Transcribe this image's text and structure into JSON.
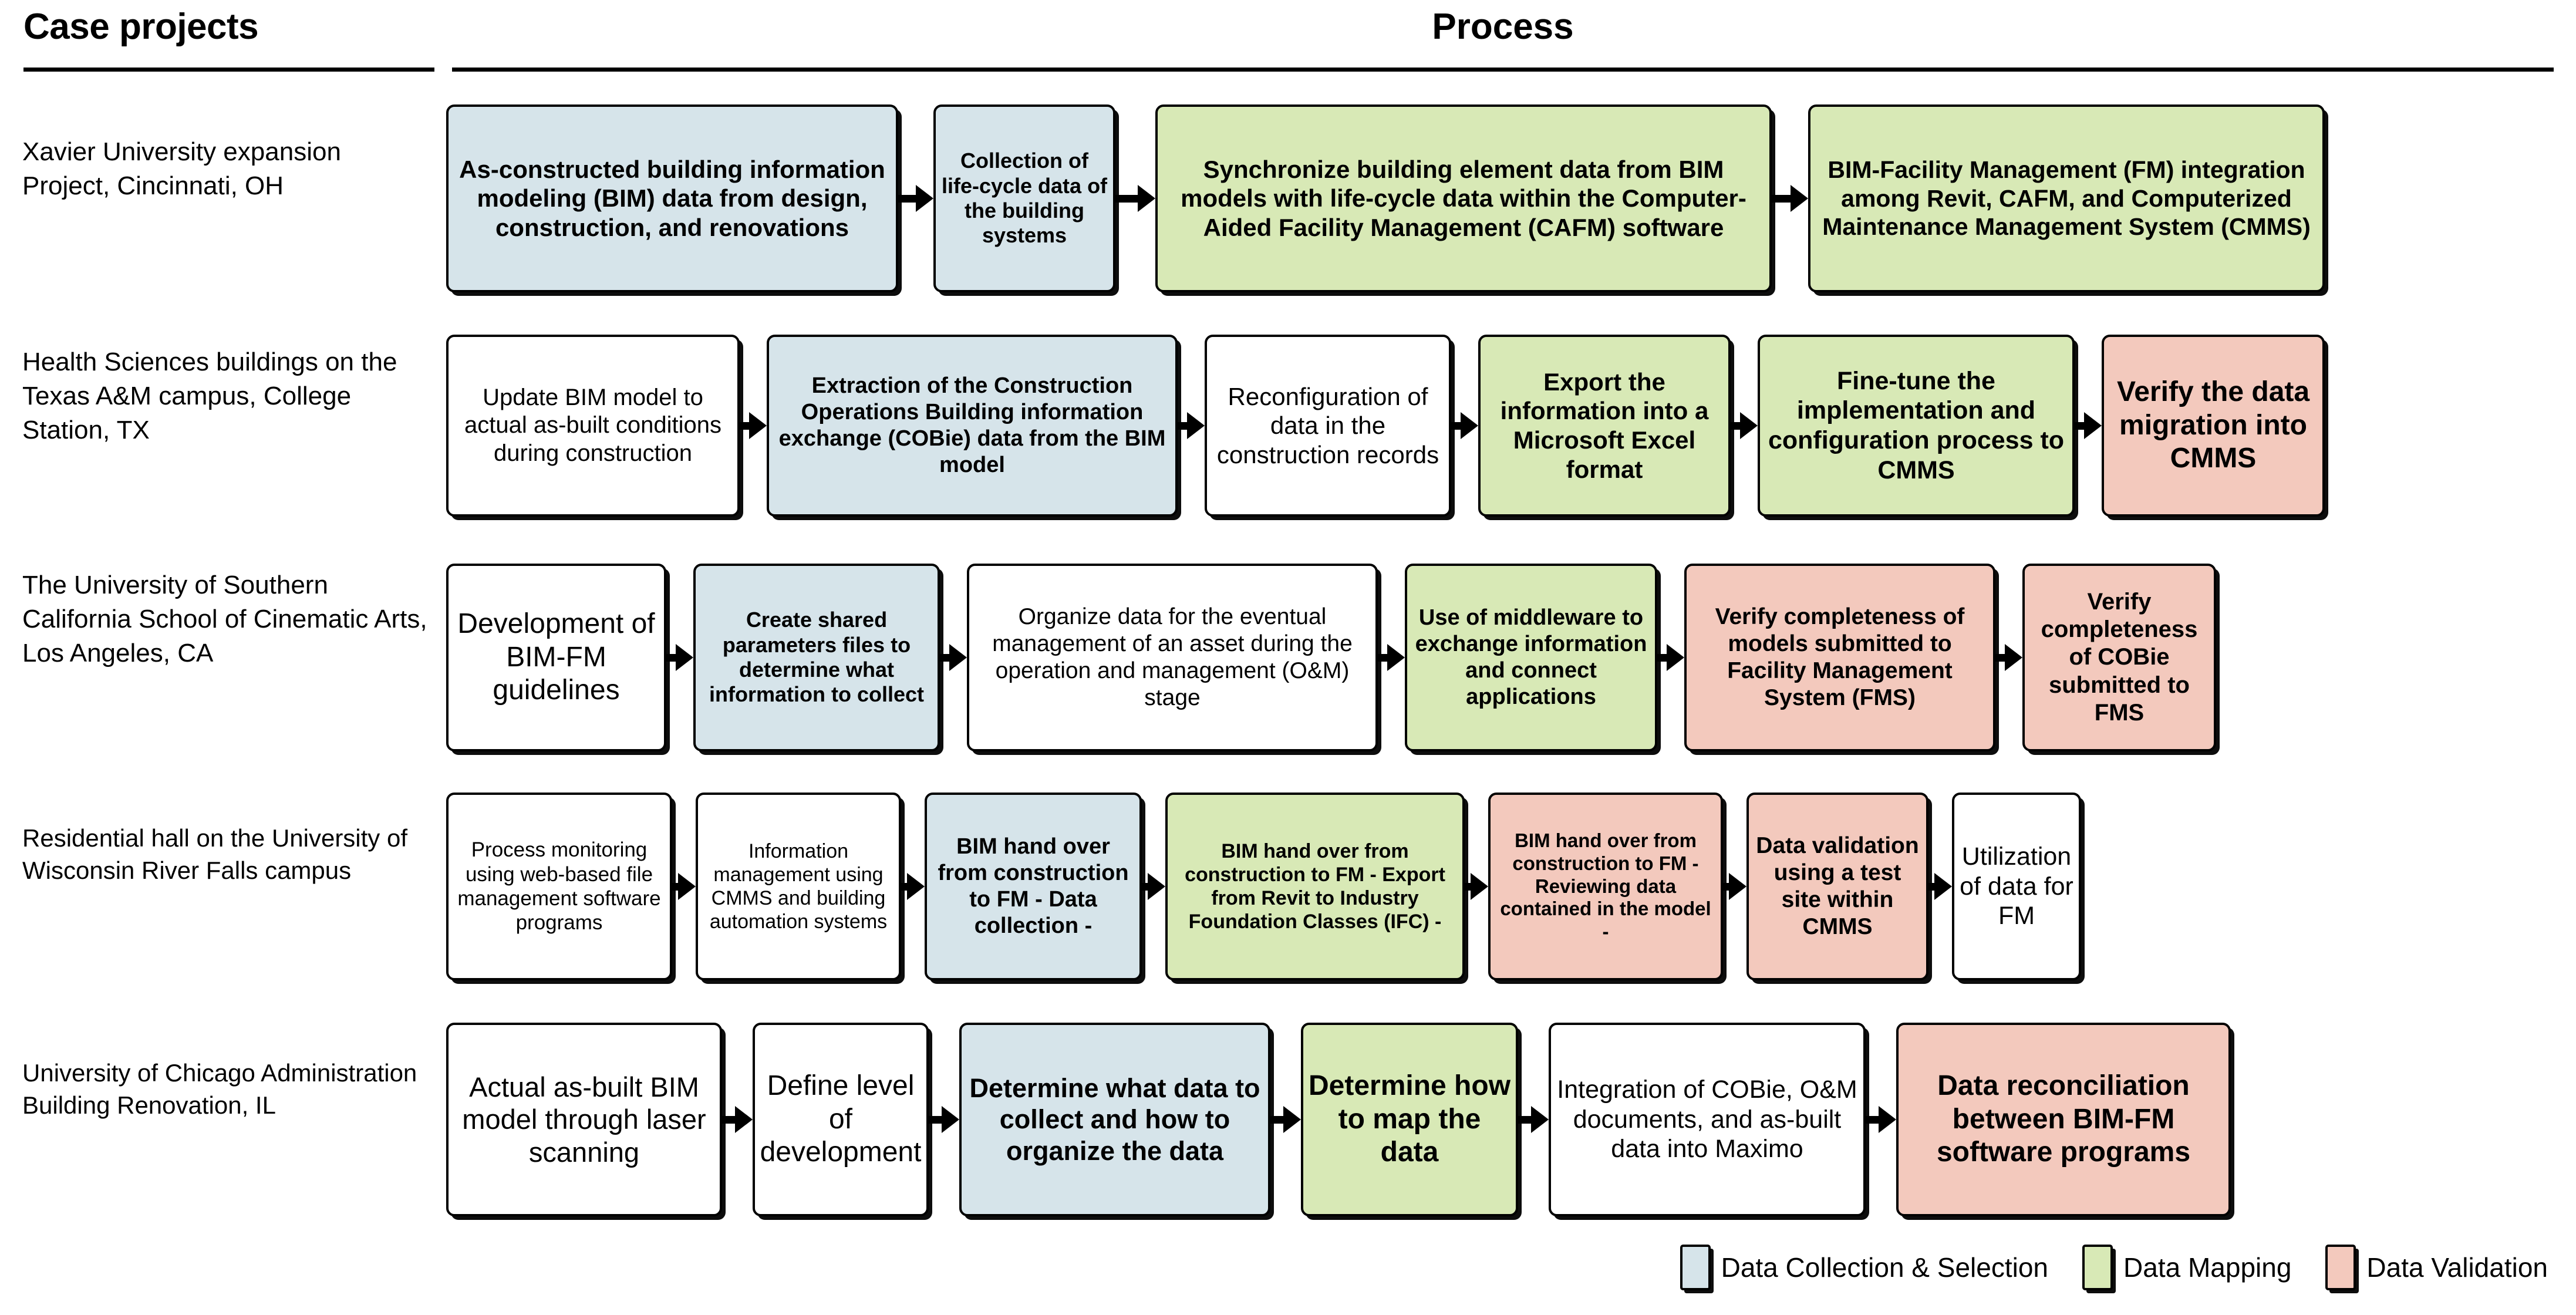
{
  "header": {
    "case_projects": "Case projects",
    "process": "Process"
  },
  "legend": {
    "items": [
      {
        "label": "Data Collection & Selection",
        "color": "#d6e4ea",
        "key": "blue"
      },
      {
        "label": "Data Mapping",
        "color": "#d8e9b6",
        "key": "green"
      },
      {
        "label": "Data Validation",
        "color": "#f3c9bd",
        "key": "red"
      }
    ]
  },
  "colors": {
    "data_collection": "#d6e4ea",
    "data_mapping": "#d8e9b6",
    "data_validation": "#f3c9bd",
    "neutral": "#ffffff",
    "stroke": "#000000"
  },
  "rows": [
    {
      "label": "Xavier University expansion Project, Cincinnati, OH",
      "steps": [
        {
          "text": "As-constructed building information modeling (BIM) data from design, construction, and renovations",
          "category": "blue",
          "bold": true
        },
        {
          "text": "Collection of life-cycle data  of the building systems",
          "category": "blue",
          "bold": true
        },
        {
          "text": "Synchronize building element data from BIM models with life-cycle data within the Computer-Aided Facility Management (CAFM) software",
          "category": "green",
          "bold": true
        },
        {
          "text": "BIM-Facility Management (FM) integration among Revit, CAFM, and Computerized Maintenance Management System (CMMS)",
          "category": "green",
          "bold": true
        }
      ]
    },
    {
      "label": "Health Sciences buildings on the Texas A&M campus, College Station, TX",
      "steps": [
        {
          "text": "Update BIM model to actual as-built conditions during construction",
          "category": "none",
          "bold": false
        },
        {
          "text": "Extraction of the Construction Operations Building information exchange (COBie) data from the BIM model",
          "category": "blue",
          "bold": true
        },
        {
          "text": "Reconfiguration of data in the construction records",
          "category": "none",
          "bold": false
        },
        {
          "text": "Export the information into a Microsoft Excel format",
          "category": "green",
          "bold": true
        },
        {
          "text": "Fine-tune the implementation and configuration process to CMMS",
          "category": "green",
          "bold": true
        },
        {
          "text": "Verify the data migration into CMMS",
          "category": "red",
          "bold": true
        }
      ]
    },
    {
      "label": "The University of Southern California School of Cinematic Arts, Los Angeles, CA",
      "steps": [
        {
          "text": "Development of BIM-FM guidelines",
          "category": "none",
          "bold": false
        },
        {
          "text": "Create shared parameters files to determine what information to collect",
          "category": "blue",
          "bold": true
        },
        {
          "text": "Organize data for the eventual management of an asset during the operation and management (O&M) stage",
          "category": "none",
          "bold": false
        },
        {
          "text": "Use of middleware to exchange information and connect applications",
          "category": "green",
          "bold": true
        },
        {
          "text": "Verify completeness of models submitted to Facility Management System (FMS)",
          "category": "red",
          "bold": true
        },
        {
          "text": "Verify completeness of COBie submitted to FMS",
          "category": "red",
          "bold": true
        }
      ]
    },
    {
      "label": "Residential hall on the University of Wisconsin River Falls campus",
      "steps": [
        {
          "text": "Process monitoring using web-based file management software programs",
          "category": "none",
          "bold": false
        },
        {
          "text": "Information management using CMMS and building automation systems",
          "category": "none",
          "bold": false
        },
        {
          "text": "BIM hand over from construction to FM - Data collection -",
          "category": "blue",
          "bold": true
        },
        {
          "text": "BIM hand over from construction to FM - Export from Revit to Industry Foundation Classes (IFC) -",
          "category": "green",
          "bold": true
        },
        {
          "text": "BIM hand over from construction to FM - Reviewing data contained in the model -",
          "category": "red",
          "bold": true
        },
        {
          "text": "Data validation using a test site within CMMS",
          "category": "red",
          "bold": true
        },
        {
          "text": "Utilization of data for FM",
          "category": "none",
          "bold": false
        }
      ]
    },
    {
      "label": "University of Chicago Administration Building Renovation, IL",
      "steps": [
        {
          "text": "Actual as-built BIM model through laser scanning",
          "category": "none",
          "bold": false
        },
        {
          "text": "Define level of development",
          "category": "none",
          "bold": false
        },
        {
          "text": "Determine what data to collect and how to organize the data",
          "category": "blue",
          "bold": true
        },
        {
          "text": "Determine how to map the data",
          "category": "green",
          "bold": true
        },
        {
          "text": "Integration of COBie, O&M documents, and as-built data into Maximo",
          "category": "none",
          "bold": false
        },
        {
          "text": "Data reconciliation between BIM-FM software programs",
          "category": "red",
          "bold": true
        }
      ]
    }
  ]
}
